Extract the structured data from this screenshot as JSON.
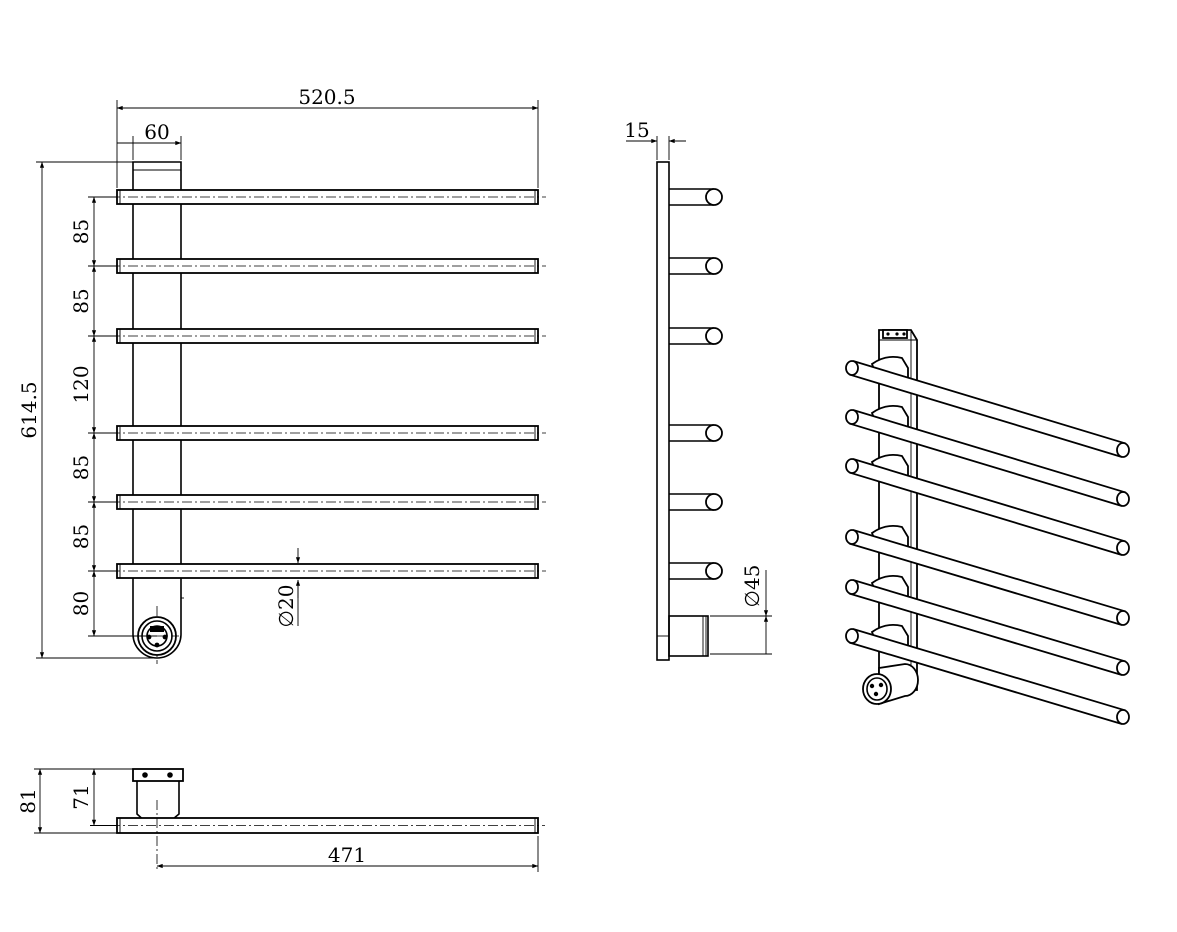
{
  "front_view": {
    "overall_width": "520.5",
    "bracket_width": "60",
    "overall_height": "614.5",
    "bar_spacings": [
      "85",
      "85",
      "120",
      "85",
      "85",
      "80"
    ],
    "bar_diameter": "∅20"
  },
  "side_view": {
    "plate_thickness": "15",
    "knob_diameter": "∅45"
  },
  "top_view": {
    "depth_total": "81",
    "depth_bracket": "71",
    "bar_length": "471"
  }
}
